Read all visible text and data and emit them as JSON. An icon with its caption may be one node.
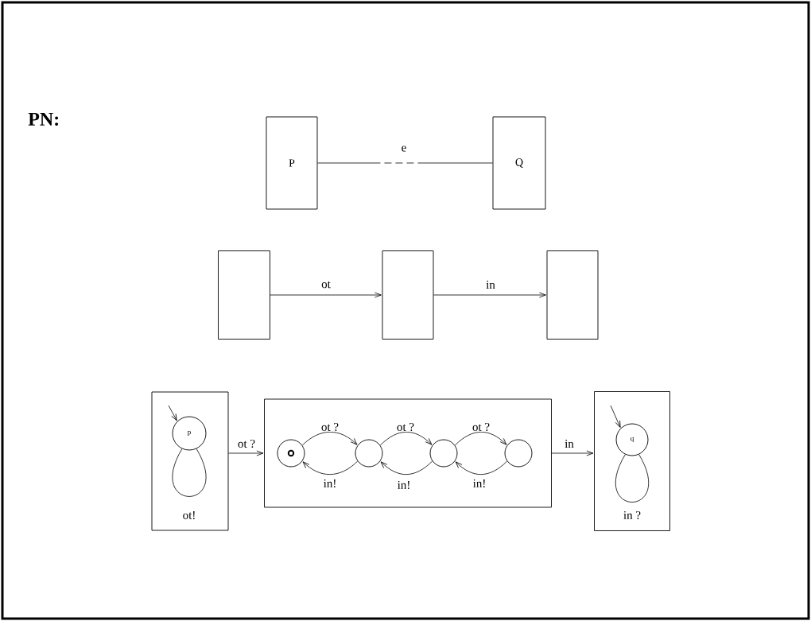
{
  "diagram": {
    "title": "PN:",
    "nodes": [
      {
        "text": [
          "P"
        ]
      },
      {
        "text": [
          "Q"
        ]
      },
      {
        "text": [],
        "shape": "box"
      },
      {
        "text": [],
        "shape": "box"
      },
      {
        "text": [],
        "shape": "box"
      },
      {
        "text": [],
        "shape": "box"
      },
      {
        "text": [
          "p"
        ],
        "in": 5
      },
      {
        "text": [],
        "shape": "box"
      },
      {
        "text": [],
        "shape": "circle",
        "in": 7
      },
      {
        "text": [],
        "shape": "circle",
        "in": 7
      },
      {
        "text": [],
        "shape": "circle",
        "in": 7
      },
      {
        "text": [],
        "shape": "circle",
        "in": 7
      },
      {
        "text": [],
        "shape": "box"
      },
      {
        "text": [
          "q"
        ],
        "in": 12
      }
    ],
    "edges": [
      {
        "from": 0,
        "to": 1,
        "arrow": "none",
        "label": "e",
        "style": "dashed"
      },
      {
        "from": 2,
        "to": 3,
        "arrow": "to",
        "label": "ot"
      },
      {
        "from": 3,
        "to": 4,
        "arrow": "to",
        "label": "in"
      },
      {
        "from": 5,
        "to": 7,
        "arrow": "to",
        "label": "ot ?"
      },
      {
        "from": 7,
        "to": 12,
        "arrow": "to",
        "label": "in"
      },
      {
        "from": null,
        "to": 6,
        "arrow": "to"
      },
      {
        "from": 6,
        "to": 6,
        "arrow": "none",
        "label": "ot!"
      },
      {
        "from": 8,
        "to": 9,
        "arrow": "to",
        "label": "ot ?"
      },
      {
        "from": 9,
        "to": 10,
        "arrow": "to",
        "label": "ot ?"
      },
      {
        "from": 10,
        "to": 11,
        "arrow": "to",
        "label": "ot ?"
      },
      {
        "from": 9,
        "to": 8,
        "arrow": "to",
        "label": "in!"
      },
      {
        "from": 10,
        "to": 9,
        "arrow": "to",
        "label": "in!"
      },
      {
        "from": 11,
        "to": 10,
        "arrow": "to",
        "label": "in!"
      },
      {
        "from": null,
        "to": 13,
        "arrow": "to"
      },
      {
        "from": 13,
        "to": 13,
        "arrow": "none",
        "label": "in ?"
      }
    ]
  }
}
